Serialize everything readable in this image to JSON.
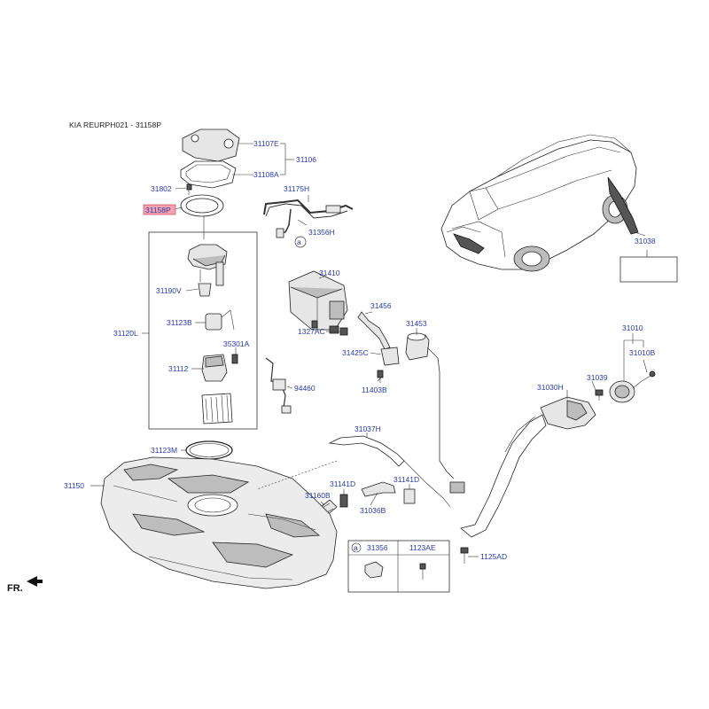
{
  "header": {
    "title": "KIA REURPH021 - 31158P"
  },
  "highlight_color": "#f4a3b0",
  "label_color": "#2a3aa8",
  "parts": {
    "p31107E": "31107E",
    "p31106": "31106",
    "p31108A": "31108A",
    "p31802": "31802",
    "p31175H": "31175H",
    "p31158P": "31158P",
    "p31356H": "31356H",
    "p31038": "31038",
    "p31190V": "31190V",
    "p31410": "31410",
    "p31123B": "31123B",
    "p31120L": "31120L",
    "p31456": "31456",
    "p31453": "31453",
    "p1327AC": "1327AC",
    "p35301A": "35301A",
    "p31425C": "31425C",
    "p31112": "31112",
    "p31010": "31010",
    "p31010B": "31010B",
    "p11403B": "11403B",
    "p94460": "94460",
    "p31039": "31039",
    "p31030H": "31030H",
    "p31037H": "31037H",
    "p31123M": "31123M",
    "p31141D_a": "31141D",
    "p31141D_b": "31141D",
    "p31150": "31150",
    "p31160B": "31160B",
    "p31036B": "31036B",
    "p31356": "31356",
    "p1123AE": "1123AE",
    "p1125AD": "1125AD",
    "callout_a": "a",
    "legend_a": "a"
  },
  "orientation": {
    "label": "FR."
  }
}
